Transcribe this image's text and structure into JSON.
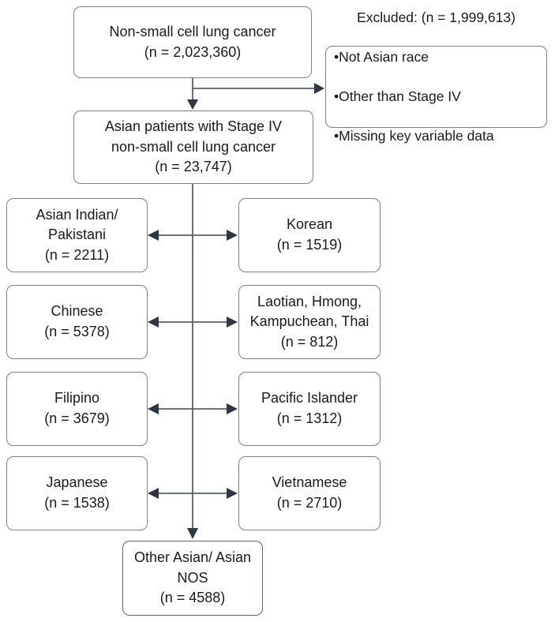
{
  "flowchart": {
    "nsclc": {
      "text": "Non-small cell lung cancer\n(n = 2,023,360)"
    },
    "excluded": {
      "title": "Excluded: (n = 1,999,613)",
      "bullets": [
        "Not Asian race",
        "Other than Stage IV",
        "Missing key variable data"
      ]
    },
    "asian_stage4": {
      "text": "Asian patients with Stage IV\nnon-small cell lung cancer\n(n = 23,747)"
    },
    "rows": [
      {
        "left": "Asian Indian/\nPakistani\n(n = 2211)",
        "right": "Korean\n(n = 1519)"
      },
      {
        "left": "Chinese\n(n = 5378)",
        "right": "Laotian, Hmong,\nKampuchean, Thai\n(n = 812)"
      },
      {
        "left": "Filipino\n(n = 3679)",
        "right": "Pacific Islander\n(n = 1312)"
      },
      {
        "left": "Japanese\n(n = 1538)",
        "right": "Vietnamese\n(n = 2710)"
      }
    ],
    "other": {
      "text": "Other Asian/ Asian\nNOS\n(n = 4588)"
    },
    "colors": {
      "background": "#ffffff",
      "box_border": "#7d8184",
      "text": "#1a1a1a",
      "connector_line": "#57616b",
      "arrowhead": "#2e3844"
    }
  }
}
